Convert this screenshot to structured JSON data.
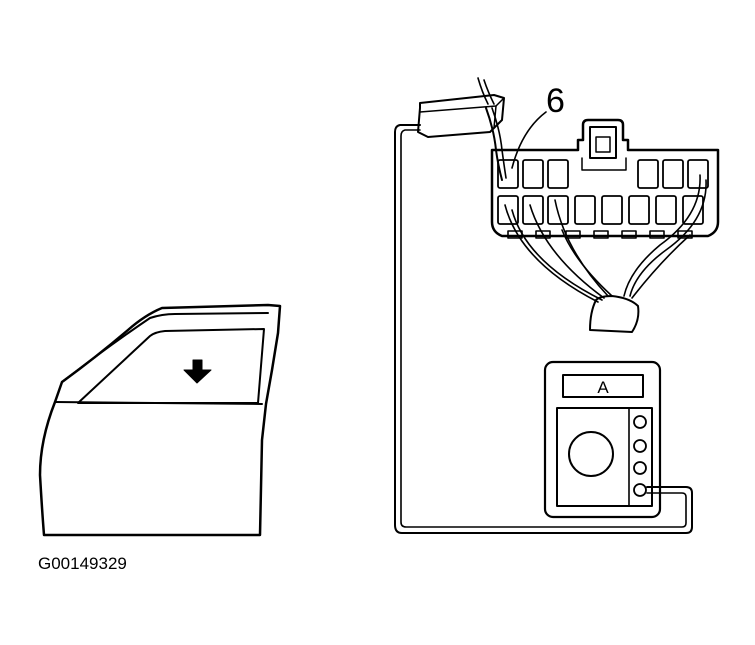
{
  "figure_id": "G00149329",
  "connector_pin_label": "6",
  "meter_display": "A"
}
